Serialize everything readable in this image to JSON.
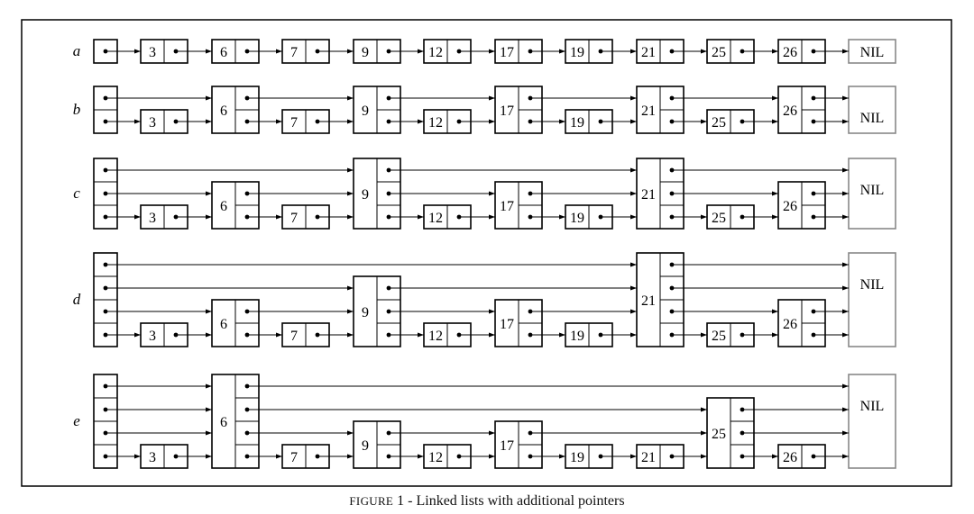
{
  "figure": {
    "caption_figure_word": "FIGURE",
    "caption_rest": " 1 - Linked lists with additional pointers",
    "nil_label": "NIL"
  },
  "lists": [
    {
      "label": "a",
      "head_levels": 1,
      "nodes": [
        {
          "key": "3",
          "levels": 1
        },
        {
          "key": "6",
          "levels": 1
        },
        {
          "key": "7",
          "levels": 1
        },
        {
          "key": "9",
          "levels": 1
        },
        {
          "key": "12",
          "levels": 1
        },
        {
          "key": "17",
          "levels": 1
        },
        {
          "key": "19",
          "levels": 1
        },
        {
          "key": "21",
          "levels": 1
        },
        {
          "key": "25",
          "levels": 1
        },
        {
          "key": "26",
          "levels": 1
        }
      ]
    },
    {
      "label": "b",
      "head_levels": 2,
      "nodes": [
        {
          "key": "3",
          "levels": 1
        },
        {
          "key": "6",
          "levels": 2
        },
        {
          "key": "7",
          "levels": 1
        },
        {
          "key": "9",
          "levels": 2
        },
        {
          "key": "12",
          "levels": 1
        },
        {
          "key": "17",
          "levels": 2
        },
        {
          "key": "19",
          "levels": 1
        },
        {
          "key": "21",
          "levels": 2
        },
        {
          "key": "25",
          "levels": 1
        },
        {
          "key": "26",
          "levels": 2
        }
      ]
    },
    {
      "label": "c",
      "head_levels": 3,
      "nodes": [
        {
          "key": "3",
          "levels": 1
        },
        {
          "key": "6",
          "levels": 2
        },
        {
          "key": "7",
          "levels": 1
        },
        {
          "key": "9",
          "levels": 3
        },
        {
          "key": "12",
          "levels": 1
        },
        {
          "key": "17",
          "levels": 2
        },
        {
          "key": "19",
          "levels": 1
        },
        {
          "key": "21",
          "levels": 3
        },
        {
          "key": "25",
          "levels": 1
        },
        {
          "key": "26",
          "levels": 2
        }
      ]
    },
    {
      "label": "d",
      "head_levels": 4,
      "nodes": [
        {
          "key": "3",
          "levels": 1
        },
        {
          "key": "6",
          "levels": 2
        },
        {
          "key": "7",
          "levels": 1
        },
        {
          "key": "9",
          "levels": 3
        },
        {
          "key": "12",
          "levels": 1
        },
        {
          "key": "17",
          "levels": 2
        },
        {
          "key": "19",
          "levels": 1
        },
        {
          "key": "21",
          "levels": 4
        },
        {
          "key": "25",
          "levels": 1
        },
        {
          "key": "26",
          "levels": 2
        }
      ]
    },
    {
      "label": "e",
      "head_levels": 4,
      "nodes": [
        {
          "key": "3",
          "levels": 1
        },
        {
          "key": "6",
          "levels": 4
        },
        {
          "key": "7",
          "levels": 1
        },
        {
          "key": "9",
          "levels": 2
        },
        {
          "key": "12",
          "levels": 1
        },
        {
          "key": "17",
          "levels": 2
        },
        {
          "key": "19",
          "levels": 1
        },
        {
          "key": "21",
          "levels": 1
        },
        {
          "key": "25",
          "levels": 3
        },
        {
          "key": "26",
          "levels": 1
        }
      ]
    }
  ]
}
